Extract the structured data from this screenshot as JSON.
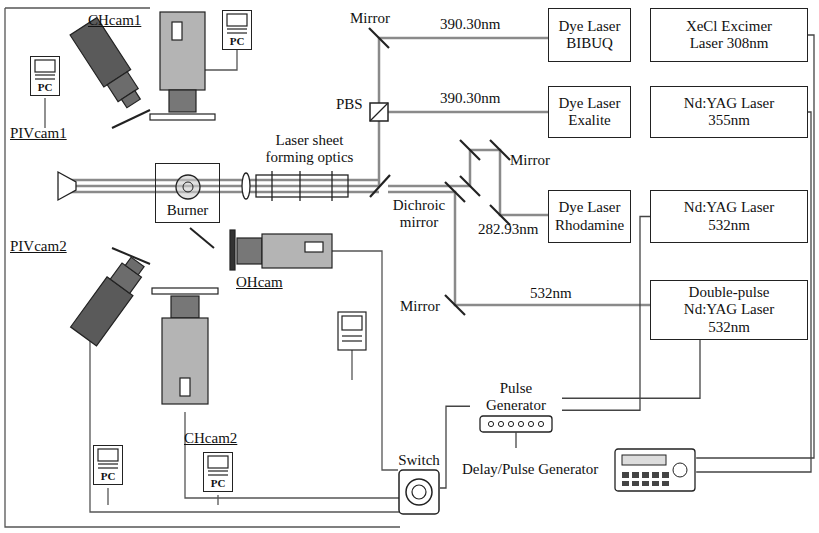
{
  "diagram": {
    "nodes": [
      {
        "text": [
          "Dye Laser BIBUQ"
        ]
      },
      {
        "text": [
          "XeCl Excimer Laser 308nm"
        ]
      },
      {
        "text": [
          "Dye Laser Exalite"
        ]
      },
      {
        "text": [
          "Nd:YAG Laser 355nm"
        ]
      },
      {
        "text": [
          "Dye Laser Rhodamine"
        ]
      },
      {
        "text": [
          "Nd:YAG Laser 532nm"
        ]
      },
      {
        "text": [
          "Double-pulse Nd:YAG Laser 532nm"
        ]
      },
      {
        "text": [
          "PC"
        ]
      },
      {
        "text": [
          "PC"
        ]
      },
      {
        "text": [
          "Burner"
        ]
      },
      {
        "text": [
          "PC"
        ]
      },
      {
        "text": [
          "PC"
        ]
      },
      {
        "text": [
          "Pulse Generator"
        ]
      },
      {
        "text": [
          "Delay/Pulse Generator"
        ]
      },
      {
        "text": [
          "Switch"
        ]
      }
    ],
    "edges": [
      {
        "from": 12,
        "to": 6,
        "arrow": "none"
      },
      {
        "from": 12,
        "to": 5,
        "arrow": "none"
      },
      {
        "from": 13,
        "to": 1,
        "arrow": "none"
      },
      {
        "from": 13,
        "to": 3,
        "arrow": "none"
      },
      {
        "from": 12,
        "to": 13,
        "arrow": "none"
      },
      {
        "from": 14,
        "to": 12,
        "arrow": "none"
      }
    ],
    "labels": [
      "Mirror",
      "390.30nm",
      "PBS",
      "390.30nm",
      "Mirror",
      "Laser sheet forming optics",
      "Dichroic mirror",
      "282.93nm",
      "532nm",
      "Mirror",
      "CHcam1",
      "PIVcam1",
      "PIVcam2",
      "OHcam",
      "CHcam2"
    ]
  }
}
